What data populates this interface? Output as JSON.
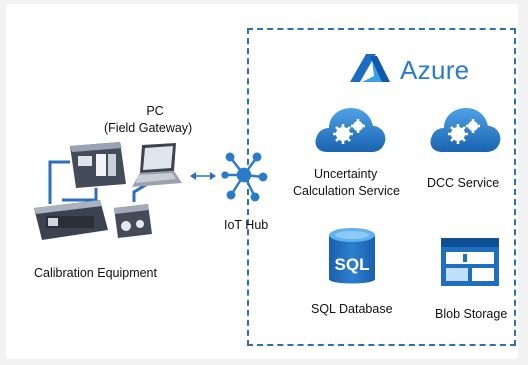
{
  "brand": {
    "name": "Azure",
    "color": "#2b7cc8"
  },
  "nodes": {
    "pc_title": "PC",
    "pc_subtitle": "(Field Gateway)",
    "calibration": "Calibration Equipment",
    "iot_hub": "IoT Hub",
    "uncertainty_line1": "Uncertainty",
    "uncertainty_line2": "Calculation Service",
    "dcc": "DCC Service",
    "sql_icon_text": "SQL",
    "sql_db": "SQL Database",
    "blob": "Blob Storage"
  },
  "icons": {
    "pc": "laptop-icon",
    "equipment": "calibration-equipment-icon",
    "iot_hub": "iot-hub-icon",
    "service_cloud": "cloud-gears-icon",
    "sql": "sql-database-icon",
    "blob": "blob-storage-icon",
    "connector": "bidirectional-arrow-icon"
  },
  "colors": {
    "azure_blue": "#2b7cc8",
    "dashed_border": "#2c6fb4",
    "cloud_light": "#4a9be0",
    "cloud_dark": "#1a63b0"
  }
}
